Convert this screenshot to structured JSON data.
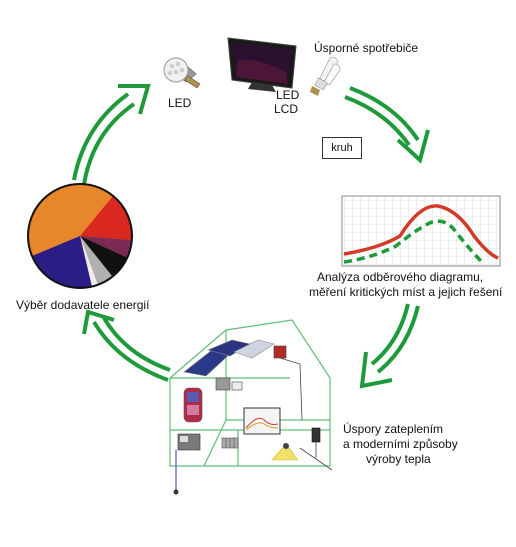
{
  "labels": {
    "led": "LED",
    "led_lcd_line1": "LED",
    "led_lcd_line2": "LCD",
    "energy_saving_appliances": "Úsporné spotřebiče",
    "cycle_button": "kruh",
    "analysis_line1": "Analýza odběrového diagramu,",
    "analysis_line2": "měření kritických míst a jejich řešení",
    "supplier": "Výběr dodavatele energií",
    "savings_line1": "Úspory zateplením",
    "savings_line2": "a moderními způsoby",
    "savings_line3": "výroby tepla"
  },
  "colors": {
    "arrow_green": "#1e9a3a",
    "curve_red": "#d23a2a",
    "curve_green": "#1e9a3a",
    "house_lines": "#5fbf7a"
  },
  "pie_colors": [
    "#e8862a",
    "#d9281f",
    "#7a2a55",
    "#111111",
    "#b0b0b0",
    "#2a1e86"
  ]
}
